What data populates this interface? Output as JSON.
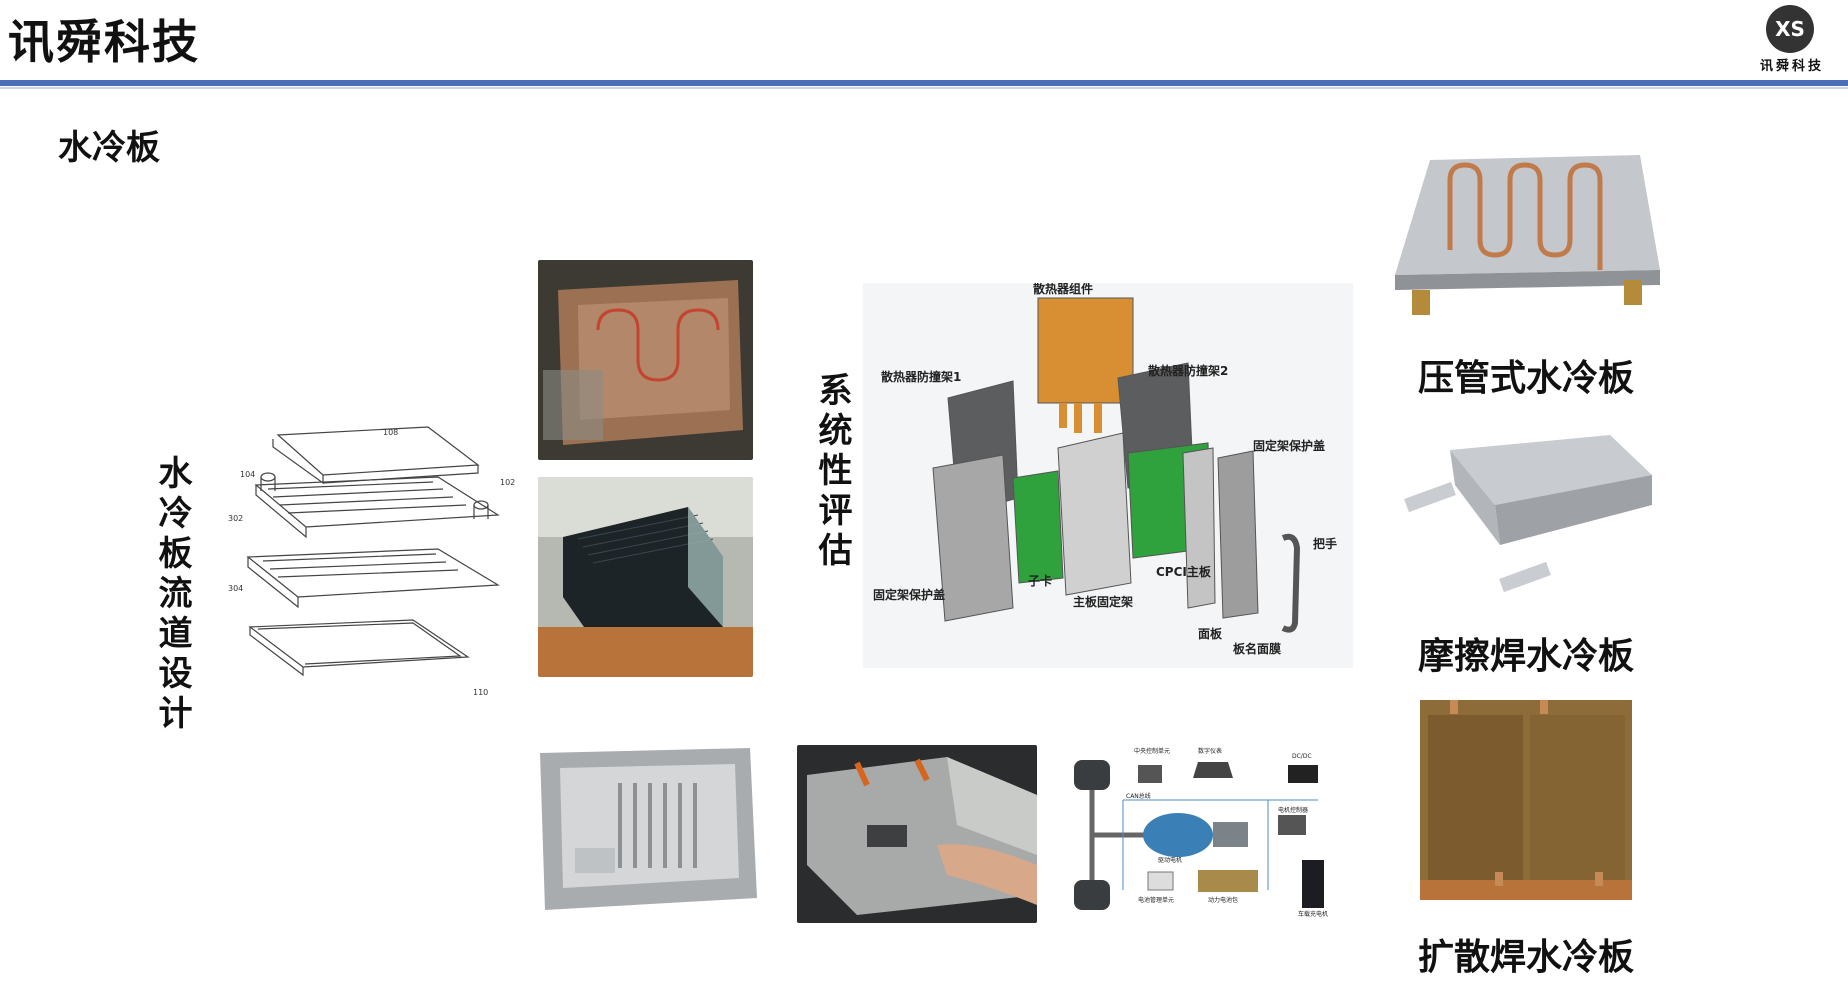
{
  "header": {
    "brand_title": "讯舜科技",
    "logo_mark": "XS",
    "logo_caption": "讯舜科技"
  },
  "section": {
    "title": "水冷板"
  },
  "design": {
    "vertical_label": "水冷板流道设计"
  },
  "system_eval": {
    "vertical_label": "系统性评估",
    "diagram_labels": {
      "heatsink_assembly": "散热器组件",
      "bracket_1": "散热器防撞架1",
      "bracket_2": "散热器防撞架2",
      "fixed_frame_cover_top": "固定架保护盖",
      "handle": "把手",
      "cpci_board": "CPCI主板",
      "daughter_card": "子卡",
      "fixed_frame_cover_left": "固定架保护盖",
      "board_fixed_frame": "主板固定架",
      "panel": "面板",
      "nameplate": "板名面膜"
    }
  },
  "products": [
    {
      "caption": "压管式水冷板",
      "icon": "tube-press-cold-plate"
    },
    {
      "caption": "摩擦焊水冷板",
      "icon": "friction-weld-cold-plate"
    },
    {
      "caption": "扩散焊水冷板",
      "icon": "diffusion-weld-cold-plate"
    }
  ],
  "exploded_diagram": {
    "callouts": [
      "108",
      "104",
      "102",
      "302",
      "304",
      "110"
    ]
  },
  "vehicle_diagram": {
    "labels": [
      "中央控制单元",
      "数字仪表",
      "DC/DC",
      "CAN总线",
      "电机控制器",
      "驱动电机",
      "电池管理单元",
      "动力电池包",
      "车载充电机"
    ]
  },
  "colors": {
    "header_rule": "#4a6fb5",
    "copper": "#b8733a",
    "aluminum": "#c8cbcf"
  }
}
